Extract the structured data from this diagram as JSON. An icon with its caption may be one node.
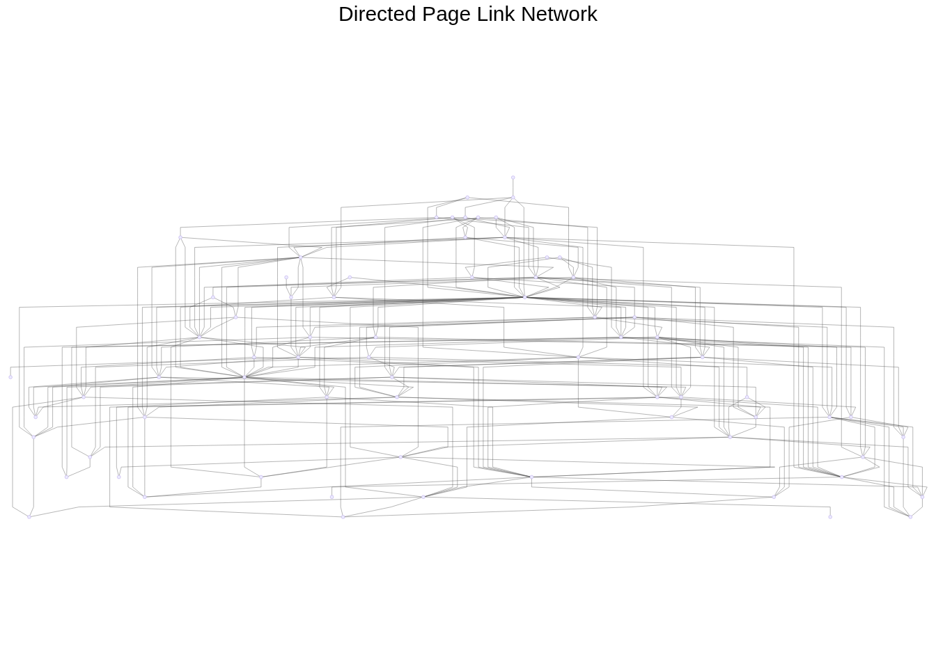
{
  "diagram": {
    "title": "Directed Page Link Network",
    "nodes": [
      {
        "text": [],
        "shape": "circle"
      },
      {
        "text": [],
        "shape": "circle"
      },
      {
        "text": [],
        "shape": "circle"
      },
      {
        "text": [],
        "shape": "circle"
      },
      {
        "text": [],
        "shape": "circle"
      },
      {
        "text": [],
        "shape": "circle"
      },
      {
        "text": [],
        "shape": "circle"
      },
      {
        "text": [],
        "shape": "circle"
      },
      {
        "text": [],
        "shape": "circle"
      },
      {
        "text": [],
        "shape": "circle"
      },
      {
        "text": [],
        "shape": "circle"
      },
      {
        "text": [],
        "shape": "circle"
      },
      {
        "text": [],
        "shape": "circle"
      },
      {
        "text": [],
        "shape": "circle"
      },
      {
        "text": [],
        "shape": "circle"
      },
      {
        "text": [],
        "shape": "circle"
      },
      {
        "text": [],
        "shape": "circle"
      },
      {
        "text": [],
        "shape": "circle"
      },
      {
        "text": [],
        "shape": "circle"
      },
      {
        "text": [],
        "shape": "circle"
      },
      {
        "text": [],
        "shape": "circle"
      },
      {
        "text": [],
        "shape": "circle"
      },
      {
        "text": [],
        "shape": "circle"
      },
      {
        "text": [],
        "shape": "circle"
      },
      {
        "text": [],
        "shape": "circle"
      },
      {
        "text": [],
        "shape": "circle"
      },
      {
        "text": [],
        "shape": "circle"
      },
      {
        "text": [],
        "shape": "circle"
      },
      {
        "text": [],
        "shape": "circle"
      },
      {
        "text": [],
        "shape": "circle"
      },
      {
        "text": [],
        "shape": "circle"
      },
      {
        "text": [],
        "shape": "circle"
      },
      {
        "text": [],
        "shape": "circle"
      },
      {
        "text": [],
        "shape": "circle"
      },
      {
        "text": [],
        "shape": "circle"
      },
      {
        "text": [],
        "shape": "circle"
      },
      {
        "text": [],
        "shape": "circle"
      },
      {
        "text": [],
        "shape": "circle"
      },
      {
        "text": [],
        "shape": "circle"
      },
      {
        "text": [],
        "shape": "circle"
      },
      {
        "text": [],
        "shape": "circle"
      },
      {
        "text": [],
        "shape": "circle"
      },
      {
        "text": [],
        "shape": "circle"
      },
      {
        "text": [],
        "shape": "circle"
      },
      {
        "text": [],
        "shape": "circle"
      },
      {
        "text": [],
        "shape": "circle"
      },
      {
        "text": [],
        "shape": "circle"
      },
      {
        "text": [],
        "shape": "circle"
      },
      {
        "text": [],
        "shape": "circle"
      },
      {
        "text": [],
        "shape": "circle"
      },
      {
        "text": [],
        "shape": "circle"
      },
      {
        "text": [],
        "shape": "circle"
      },
      {
        "text": [],
        "shape": "circle"
      },
      {
        "text": [],
        "shape": "circle"
      },
      {
        "text": [],
        "shape": "circle"
      },
      {
        "text": [],
        "shape": "circle"
      },
      {
        "text": [],
        "shape": "circle"
      },
      {
        "text": [],
        "shape": "circle"
      },
      {
        "text": [],
        "shape": "circle"
      },
      {
        "text": [],
        "shape": "circle"
      },
      {
        "text": [],
        "shape": "circle"
      },
      {
        "text": [],
        "shape": "circle"
      },
      {
        "text": [],
        "shape": "circle"
      },
      {
        "text": [],
        "shape": "circle"
      },
      {
        "text": [],
        "shape": "circle"
      },
      {
        "text": [],
        "shape": "circle"
      },
      {
        "text": [],
        "shape": "circle"
      },
      {
        "text": [],
        "shape": "circle"
      },
      {
        "text": [],
        "shape": "circle"
      },
      {
        "text": [],
        "shape": "circle"
      },
      {
        "text": [],
        "shape": "circle"
      },
      {
        "text": [],
        "shape": "circle"
      }
    ],
    "edges": [
      {
        "from": 0,
        "to": 2,
        "arrow": "none"
      },
      {
        "from": 0,
        "to": 15,
        "arrow": "none"
      },
      {
        "from": 0,
        "to": 22,
        "arrow": "none"
      },
      {
        "from": 1,
        "to": 16,
        "arrow": "none"
      },
      {
        "from": 1,
        "to": 22,
        "arrow": "none"
      },
      {
        "from": 2,
        "to": 10,
        "arrow": "none"
      },
      {
        "from": 2,
        "to": 20,
        "arrow": "none"
      },
      {
        "from": 3,
        "to": 12,
        "arrow": "none"
      },
      {
        "from": 4,
        "to": 9,
        "arrow": "none"
      },
      {
        "from": 4,
        "to": 22,
        "arrow": "none"
      },
      {
        "from": 4,
        "to": 23,
        "arrow": "none"
      },
      {
        "from": 4,
        "to": 28,
        "arrow": "none"
      },
      {
        "from": 5,
        "to": 15,
        "arrow": "none"
      },
      {
        "from": 5,
        "to": 22,
        "arrow": "none"
      },
      {
        "from": 5,
        "to": 23,
        "arrow": "none"
      },
      {
        "from": 6,
        "to": 13,
        "arrow": "none"
      },
      {
        "from": 6,
        "to": 33,
        "arrow": "none"
      },
      {
        "from": 7,
        "to": 16,
        "arrow": "none"
      },
      {
        "from": 7,
        "to": 18,
        "arrow": "none"
      },
      {
        "from": 7,
        "to": 20,
        "arrow": "none"
      },
      {
        "from": 7,
        "to": 22,
        "arrow": "none"
      },
      {
        "from": 8,
        "to": 9,
        "arrow": "none"
      },
      {
        "from": 8,
        "to": 13,
        "arrow": "none"
      },
      {
        "from": 8,
        "to": 16,
        "arrow": "none"
      },
      {
        "from": 8,
        "to": 19,
        "arrow": "none"
      },
      {
        "from": 8,
        "to": 23,
        "arrow": "none"
      },
      {
        "from": 9,
        "to": 15,
        "arrow": "none"
      },
      {
        "from": 9,
        "to": 19,
        "arrow": "none"
      },
      {
        "from": 9,
        "to": 22,
        "arrow": "none"
      },
      {
        "from": 10,
        "to": 19,
        "arrow": "none"
      },
      {
        "from": 10,
        "to": 27,
        "arrow": "none"
      },
      {
        "from": 10,
        "to": 40,
        "arrow": "none"
      },
      {
        "from": 11,
        "to": 21,
        "arrow": "none"
      },
      {
        "from": 12,
        "to": 16,
        "arrow": "none"
      },
      {
        "from": 12,
        "to": 17,
        "arrow": "none"
      },
      {
        "from": 12,
        "to": 18,
        "arrow": "none"
      },
      {
        "from": 12,
        "to": 22,
        "arrow": "none"
      },
      {
        "from": 13,
        "to": 14,
        "arrow": "none"
      },
      {
        "from": 13,
        "to": 22,
        "arrow": "none"
      },
      {
        "from": 13,
        "to": 32,
        "arrow": "none"
      },
      {
        "from": 14,
        "to": 25,
        "arrow": "none"
      },
      {
        "from": 14,
        "to": 27,
        "arrow": "none"
      },
      {
        "from": 15,
        "to": 21,
        "arrow": "none"
      },
      {
        "from": 15,
        "to": 22,
        "arrow": "none"
      },
      {
        "from": 15,
        "to": 33,
        "arrow": "none"
      },
      {
        "from": 15,
        "to": 38,
        "arrow": "none"
      },
      {
        "from": 16,
        "to": 28,
        "arrow": "none"
      },
      {
        "from": 16,
        "to": 33,
        "arrow": "none"
      },
      {
        "from": 16,
        "to": 40,
        "arrow": "none"
      },
      {
        "from": 17,
        "to": 18,
        "arrow": "none"
      },
      {
        "from": 17,
        "to": 39,
        "arrow": "none"
      },
      {
        "from": 18,
        "to": 19,
        "arrow": "none"
      },
      {
        "from": 18,
        "to": 20,
        "arrow": "none"
      },
      {
        "from": 18,
        "to": 27,
        "arrow": "none"
      },
      {
        "from": 18,
        "to": 28,
        "arrow": "none"
      },
      {
        "from": 18,
        "to": 30,
        "arrow": "none"
      },
      {
        "from": 18,
        "to": 41,
        "arrow": "none"
      },
      {
        "from": 18,
        "to": 57,
        "arrow": "none"
      },
      {
        "from": 19,
        "to": 20,
        "arrow": "none"
      },
      {
        "from": 19,
        "to": 21,
        "arrow": "none"
      },
      {
        "from": 19,
        "to": 25,
        "arrow": "none"
      },
      {
        "from": 19,
        "to": 27,
        "arrow": "none"
      },
      {
        "from": 19,
        "to": 29,
        "arrow": "none"
      },
      {
        "from": 19,
        "to": 34,
        "arrow": "none"
      },
      {
        "from": 19,
        "to": 40,
        "arrow": "none"
      },
      {
        "from": 19,
        "to": 47,
        "arrow": "none"
      },
      {
        "from": 20,
        "to": 22,
        "arrow": "none"
      },
      {
        "from": 20,
        "to": 24,
        "arrow": "none"
      },
      {
        "from": 20,
        "to": 27,
        "arrow": "none"
      },
      {
        "from": 20,
        "to": 28,
        "arrow": "none"
      },
      {
        "from": 20,
        "to": 36,
        "arrow": "none"
      },
      {
        "from": 20,
        "to": 38,
        "arrow": "none"
      },
      {
        "from": 20,
        "to": 40,
        "arrow": "none"
      },
      {
        "from": 20,
        "to": 54,
        "arrow": "none"
      },
      {
        "from": 21,
        "to": 30,
        "arrow": "none"
      },
      {
        "from": 22,
        "to": 23,
        "arrow": "none"
      },
      {
        "from": 22,
        "to": 24,
        "arrow": "none"
      },
      {
        "from": 22,
        "to": 26,
        "arrow": "none"
      },
      {
        "from": 22,
        "to": 27,
        "arrow": "none"
      },
      {
        "from": 22,
        "to": 29,
        "arrow": "none"
      },
      {
        "from": 22,
        "to": 30,
        "arrow": "none"
      },
      {
        "from": 22,
        "to": 33,
        "arrow": "none"
      },
      {
        "from": 22,
        "to": 34,
        "arrow": "none"
      },
      {
        "from": 22,
        "to": 35,
        "arrow": "none"
      },
      {
        "from": 22,
        "to": 36,
        "arrow": "none"
      },
      {
        "from": 22,
        "to": 38,
        "arrow": "none"
      },
      {
        "from": 22,
        "to": 40,
        "arrow": "none"
      },
      {
        "from": 22,
        "to": 41,
        "arrow": "none"
      },
      {
        "from": 22,
        "to": 42,
        "arrow": "none"
      },
      {
        "from": 22,
        "to": 46,
        "arrow": "none"
      },
      {
        "from": 22,
        "to": 47,
        "arrow": "none"
      },
      {
        "from": 22,
        "to": 50,
        "arrow": "none"
      },
      {
        "from": 22,
        "to": 52,
        "arrow": "none"
      },
      {
        "from": 22,
        "to": 54,
        "arrow": "none"
      },
      {
        "from": 22,
        "to": 58,
        "arrow": "none"
      },
      {
        "from": 22,
        "to": 60,
        "arrow": "none"
      },
      {
        "from": 23,
        "to": 26,
        "arrow": "none"
      },
      {
        "from": 23,
        "to": 29,
        "arrow": "none"
      },
      {
        "from": 23,
        "to": 35,
        "arrow": "none"
      },
      {
        "from": 23,
        "to": 52,
        "arrow": "none"
      },
      {
        "from": 24,
        "to": 30,
        "arrow": "none"
      },
      {
        "from": 24,
        "to": 34,
        "arrow": "none"
      },
      {
        "from": 24,
        "to": 42,
        "arrow": "none"
      },
      {
        "from": 24,
        "to": 54,
        "arrow": "none"
      },
      {
        "from": 25,
        "to": 27,
        "arrow": "none"
      },
      {
        "from": 25,
        "to": 48,
        "arrow": "none"
      },
      {
        "from": 25,
        "to": 50,
        "arrow": "none"
      },
      {
        "from": 26,
        "to": 40,
        "arrow": "none"
      },
      {
        "from": 26,
        "to": 48,
        "arrow": "none"
      },
      {
        "from": 26,
        "to": 53,
        "arrow": "none"
      },
      {
        "from": 27,
        "to": 30,
        "arrow": "none"
      },
      {
        "from": 27,
        "to": 40,
        "arrow": "none"
      },
      {
        "from": 27,
        "to": 47,
        "arrow": "none"
      },
      {
        "from": 27,
        "to": 48,
        "arrow": "none"
      },
      {
        "from": 27,
        "to": 51,
        "arrow": "none"
      },
      {
        "from": 28,
        "to": 40,
        "arrow": "none"
      },
      {
        "from": 28,
        "to": 44,
        "arrow": "none"
      },
      {
        "from": 28,
        "to": 46,
        "arrow": "none"
      },
      {
        "from": 28,
        "to": 52,
        "arrow": "none"
      },
      {
        "from": 28,
        "to": 59,
        "arrow": "none"
      },
      {
        "from": 29,
        "to": 30,
        "arrow": "none"
      },
      {
        "from": 29,
        "to": 40,
        "arrow": "none"
      },
      {
        "from": 29,
        "to": 58,
        "arrow": "none"
      },
      {
        "from": 29,
        "to": 60,
        "arrow": "none"
      },
      {
        "from": 30,
        "to": 31,
        "arrow": "none"
      },
      {
        "from": 30,
        "to": 34,
        "arrow": "none"
      },
      {
        "from": 30,
        "to": 36,
        "arrow": "none"
      },
      {
        "from": 30,
        "to": 40,
        "arrow": "none"
      },
      {
        "from": 30,
        "to": 53,
        "arrow": "none"
      },
      {
        "from": 32,
        "to": 33,
        "arrow": "none"
      },
      {
        "from": 32,
        "to": 37,
        "arrow": "none"
      },
      {
        "from": 32,
        "to": 39,
        "arrow": "none"
      },
      {
        "from": 32,
        "to": 44,
        "arrow": "none"
      },
      {
        "from": 32,
        "to": 45,
        "arrow": "none"
      },
      {
        "from": 32,
        "to": 57,
        "arrow": "none"
      },
      {
        "from": 32,
        "to": 61,
        "arrow": "none"
      },
      {
        "from": 33,
        "to": 38,
        "arrow": "none"
      },
      {
        "from": 33,
        "to": 40,
        "arrow": "none"
      },
      {
        "from": 33,
        "to": 49,
        "arrow": "none"
      },
      {
        "from": 33,
        "to": 57,
        "arrow": "none"
      },
      {
        "from": 33,
        "to": 68,
        "arrow": "none"
      },
      {
        "from": 34,
        "to": 36,
        "arrow": "none"
      },
      {
        "from": 34,
        "to": 42,
        "arrow": "none"
      },
      {
        "from": 34,
        "to": 55,
        "arrow": "none"
      },
      {
        "from": 34,
        "to": 58,
        "arrow": "none"
      },
      {
        "from": 35,
        "to": 36,
        "arrow": "none"
      },
      {
        "from": 35,
        "to": 37,
        "arrow": "none"
      },
      {
        "from": 35,
        "to": 41,
        "arrow": "none"
      },
      {
        "from": 35,
        "to": 45,
        "arrow": "none"
      },
      {
        "from": 35,
        "to": 46,
        "arrow": "none"
      },
      {
        "from": 35,
        "to": 52,
        "arrow": "none"
      },
      {
        "from": 35,
        "to": 56,
        "arrow": "none"
      },
      {
        "from": 35,
        "to": 57,
        "arrow": "none"
      },
      {
        "from": 36,
        "to": 59,
        "arrow": "none"
      },
      {
        "from": 36,
        "to": 60,
        "arrow": "none"
      },
      {
        "from": 36,
        "to": 66,
        "arrow": "none"
      },
      {
        "from": 37,
        "to": 39,
        "arrow": "none"
      },
      {
        "from": 37,
        "to": 43,
        "arrow": "none"
      },
      {
        "from": 37,
        "to": 49,
        "arrow": "none"
      },
      {
        "from": 38,
        "to": 39,
        "arrow": "none"
      },
      {
        "from": 38,
        "to": 44,
        "arrow": "none"
      },
      {
        "from": 38,
        "to": 53,
        "arrow": "none"
      },
      {
        "from": 38,
        "to": 57,
        "arrow": "none"
      },
      {
        "from": 38,
        "to": 61,
        "arrow": "none"
      },
      {
        "from": 39,
        "to": 41,
        "arrow": "none"
      },
      {
        "from": 39,
        "to": 44,
        "arrow": "none"
      },
      {
        "from": 39,
        "to": 45,
        "arrow": "none"
      },
      {
        "from": 39,
        "to": 49,
        "arrow": "none"
      },
      {
        "from": 39,
        "to": 56,
        "arrow": "none"
      },
      {
        "from": 40,
        "to": 41,
        "arrow": "none"
      },
      {
        "from": 40,
        "to": 42,
        "arrow": "none"
      },
      {
        "from": 40,
        "to": 44,
        "arrow": "none"
      },
      {
        "from": 40,
        "to": 48,
        "arrow": "none"
      },
      {
        "from": 40,
        "to": 51,
        "arrow": "none"
      },
      {
        "from": 40,
        "to": 55,
        "arrow": "none"
      },
      {
        "from": 40,
        "to": 58,
        "arrow": "none"
      },
      {
        "from": 40,
        "to": 62,
        "arrow": "none"
      },
      {
        "from": 40,
        "to": 66,
        "arrow": "none"
      },
      {
        "from": 41,
        "to": 45,
        "arrow": "none"
      },
      {
        "from": 41,
        "to": 53,
        "arrow": "none"
      },
      {
        "from": 41,
        "to": 57,
        "arrow": "none"
      },
      {
        "from": 41,
        "to": 69,
        "arrow": "none"
      },
      {
        "from": 42,
        "to": 51,
        "arrow": "none"
      },
      {
        "from": 42,
        "to": 53,
        "arrow": "none"
      },
      {
        "from": 42,
        "to": 63,
        "arrow": "none"
      },
      {
        "from": 43,
        "to": 45,
        "arrow": "none"
      },
      {
        "from": 43,
        "to": 46,
        "arrow": "none"
      },
      {
        "from": 44,
        "to": 47,
        "arrow": "none"
      },
      {
        "from": 44,
        "to": 53,
        "arrow": "none"
      },
      {
        "from": 44,
        "to": 55,
        "arrow": "none"
      },
      {
        "from": 44,
        "to": 59,
        "arrow": "none"
      },
      {
        "from": 45,
        "to": 46,
        "arrow": "none"
      },
      {
        "from": 46,
        "to": 49,
        "arrow": "none"
      },
      {
        "from": 46,
        "to": 50,
        "arrow": "none"
      },
      {
        "from": 46,
        "to": 54,
        "arrow": "none"
      },
      {
        "from": 46,
        "to": 65,
        "arrow": "none"
      },
      {
        "from": 47,
        "to": 50,
        "arrow": "none"
      },
      {
        "from": 47,
        "to": 58,
        "arrow": "none"
      },
      {
        "from": 47,
        "to": 66,
        "arrow": "none"
      },
      {
        "from": 48,
        "to": 55,
        "arrow": "none"
      },
      {
        "from": 48,
        "to": 62,
        "arrow": "none"
      },
      {
        "from": 48,
        "to": 67,
        "arrow": "none"
      },
      {
        "from": 49,
        "to": 56,
        "arrow": "none"
      },
      {
        "from": 50,
        "to": 51,
        "arrow": "none"
      },
      {
        "from": 50,
        "to": 53,
        "arrow": "none"
      },
      {
        "from": 50,
        "to": 62,
        "arrow": "none"
      },
      {
        "from": 50,
        "to": 63,
        "arrow": "none"
      },
      {
        "from": 51,
        "to": 66,
        "arrow": "none"
      },
      {
        "from": 52,
        "to": 57,
        "arrow": "none"
      },
      {
        "from": 52,
        "to": 61,
        "arrow": "none"
      },
      {
        "from": 52,
        "to": 65,
        "arrow": "none"
      },
      {
        "from": 52,
        "to": 68,
        "arrow": "none"
      },
      {
        "from": 52,
        "to": 69,
        "arrow": "none"
      },
      {
        "from": 53,
        "to": 62,
        "arrow": "none"
      },
      {
        "from": 53,
        "to": 64,
        "arrow": "none"
      },
      {
        "from": 53,
        "to": 65,
        "arrow": "none"
      },
      {
        "from": 53,
        "to": 66,
        "arrow": "none"
      },
      {
        "from": 54,
        "to": 57,
        "arrow": "none"
      },
      {
        "from": 54,
        "to": 64,
        "arrow": "none"
      },
      {
        "from": 54,
        "to": 65,
        "arrow": "none"
      },
      {
        "from": 57,
        "to": 65,
        "arrow": "none"
      },
      {
        "from": 57,
        "to": 68,
        "arrow": "none"
      },
      {
        "from": 57,
        "to": 70,
        "arrow": "none"
      },
      {
        "from": 58,
        "to": 67,
        "arrow": "none"
      },
      {
        "from": 59,
        "to": 62,
        "arrow": "none"
      },
      {
        "from": 59,
        "to": 64,
        "arrow": "none"
      },
      {
        "from": 60,
        "to": 61,
        "arrow": "none"
      },
      {
        "from": 60,
        "to": 64,
        "arrow": "none"
      },
      {
        "from": 61,
        "to": 68,
        "arrow": "none"
      },
      {
        "from": 62,
        "to": 67,
        "arrow": "none"
      },
      {
        "from": 62,
        "to": 69,
        "arrow": "none"
      },
      {
        "from": 62,
        "to": 71,
        "arrow": "none"
      },
      {
        "from": 64,
        "to": 69,
        "arrow": "none"
      },
      {
        "from": 65,
        "to": 68,
        "arrow": "none"
      }
    ]
  }
}
